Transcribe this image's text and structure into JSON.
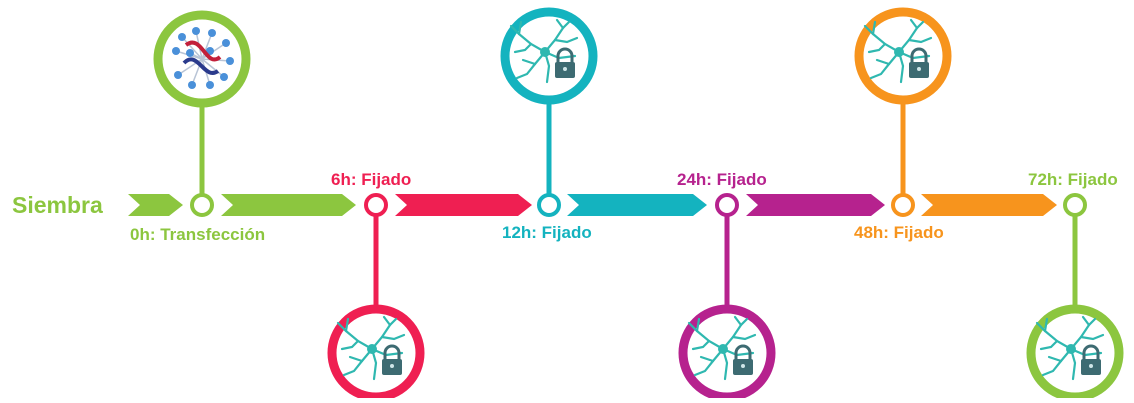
{
  "start_label": "Siembra",
  "colors": {
    "green": "#8cc63f",
    "red": "#ef1f52",
    "teal": "#14b3bf",
    "magenta": "#b6228e",
    "orange": "#f7941d",
    "neuron": "#2fb8b0",
    "lock": "#3d6b72"
  },
  "milestones": [
    {
      "label": "0h: Transfección",
      "color": "green",
      "icon": "plasmid-dna-icon"
    },
    {
      "label": "6h: Fijado",
      "color": "red",
      "icon": "neuron-lock-icon"
    },
    {
      "label": "12h: Fijado",
      "color": "teal",
      "icon": "neuron-lock-icon"
    },
    {
      "label": "24h: Fijado",
      "color": "magenta",
      "icon": "neuron-lock-icon"
    },
    {
      "label": "48h: Fijado",
      "color": "orange",
      "icon": "neuron-lock-icon"
    },
    {
      "label": "72h: Fijado",
      "color": "green",
      "icon": "neuron-lock-icon"
    }
  ]
}
